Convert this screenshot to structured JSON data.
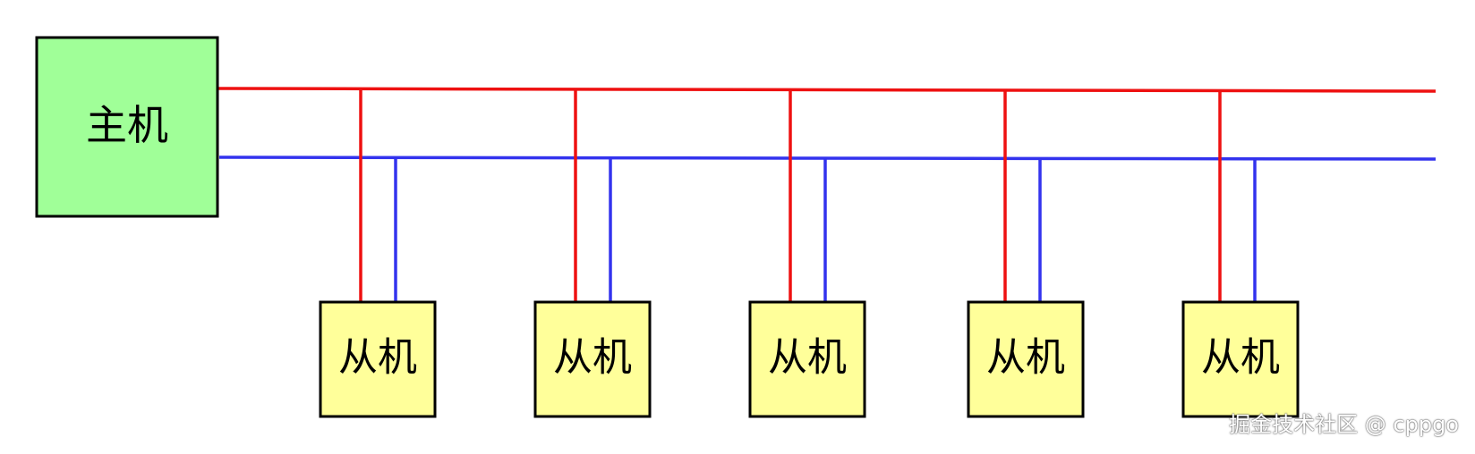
{
  "master": {
    "label": "主机",
    "fill": "#a0ff98"
  },
  "slave_fill": "#ffff9a",
  "slaves": [
    {
      "label": "从机"
    },
    {
      "label": "从机"
    },
    {
      "label": "从机"
    },
    {
      "label": "从机"
    },
    {
      "label": "从机"
    }
  ],
  "bus": {
    "line_a_color": "#ee1111",
    "line_b_color": "#3333ee"
  },
  "watermark": "掘金技术社区 @ cppgo"
}
